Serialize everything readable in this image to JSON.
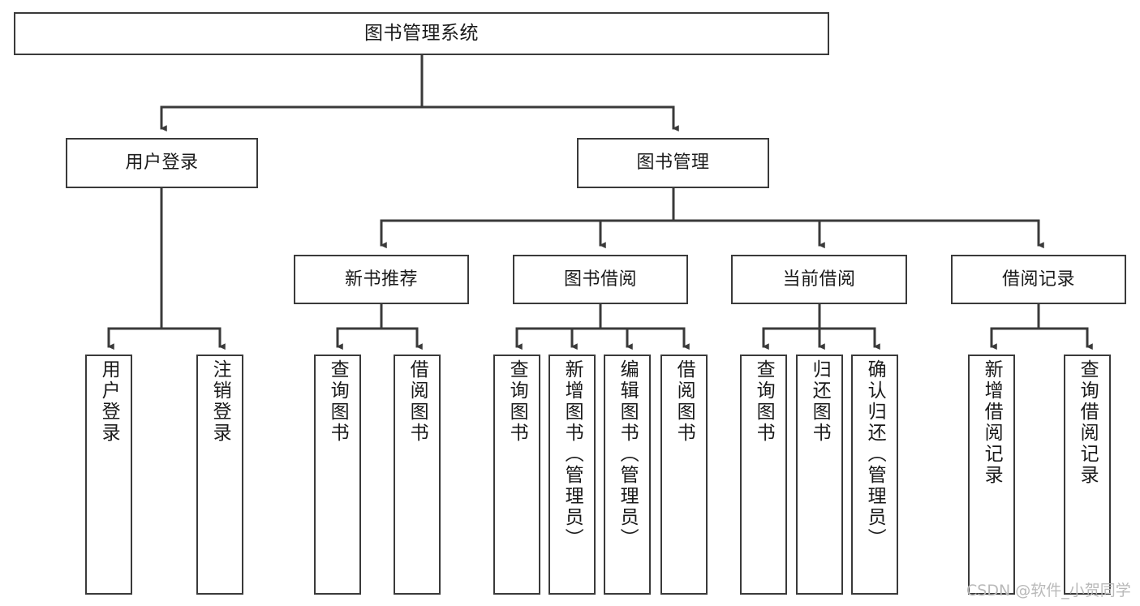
{
  "diagram": {
    "title": "图书管理系统",
    "type": "tree",
    "watermark": "CSDN @软件_小贺同学",
    "colors": {
      "box_border": "#3a3a3a",
      "box_fill": "#ffffff",
      "connector": "#3a3a3a",
      "text": "#1a1a1a",
      "watermark": "#b9b9b9"
    }
  },
  "nodes": {
    "root": {
      "label": "图书管理系统"
    },
    "level2": [
      {
        "id": "user-login",
        "label": "用户登录"
      },
      {
        "id": "book-manage",
        "label": "图书管理"
      }
    ],
    "level3": [
      {
        "id": "new-book-recommend",
        "label": "新书推荐"
      },
      {
        "id": "book-borrow",
        "label": "图书借阅"
      },
      {
        "id": "current-borrow",
        "label": "当前借阅"
      },
      {
        "id": "borrow-record",
        "label": "借阅记录"
      }
    ],
    "leaves": [
      {
        "id": "leaf-user-login",
        "label": "用户登录",
        "parent": "user-login"
      },
      {
        "id": "leaf-user-logout",
        "label": "注销登录",
        "parent": "user-login"
      },
      {
        "id": "leaf-query-book-1",
        "label": "查询图书",
        "parent": "new-book-recommend"
      },
      {
        "id": "leaf-borrow-book-1",
        "label": "借阅图书",
        "parent": "new-book-recommend"
      },
      {
        "id": "leaf-query-book-2",
        "label": "查询图书",
        "parent": "book-borrow"
      },
      {
        "id": "leaf-add-book",
        "label": "新增图书（管理员）",
        "parent": "book-borrow"
      },
      {
        "id": "leaf-edit-book",
        "label": "编辑图书（管理员）",
        "parent": "book-borrow"
      },
      {
        "id": "leaf-borrow-book-2",
        "label": "借阅图书",
        "parent": "book-borrow"
      },
      {
        "id": "leaf-query-book-3",
        "label": "查询图书",
        "parent": "current-borrow"
      },
      {
        "id": "leaf-return-book",
        "label": "归还图书",
        "parent": "current-borrow"
      },
      {
        "id": "leaf-confirm-return",
        "label": "确认归还（管理员）",
        "parent": "current-borrow"
      },
      {
        "id": "leaf-add-record",
        "label": "新增借阅记录",
        "parent": "borrow-record"
      },
      {
        "id": "leaf-query-record",
        "label": "查询借阅记录",
        "parent": "borrow-record"
      }
    ]
  }
}
